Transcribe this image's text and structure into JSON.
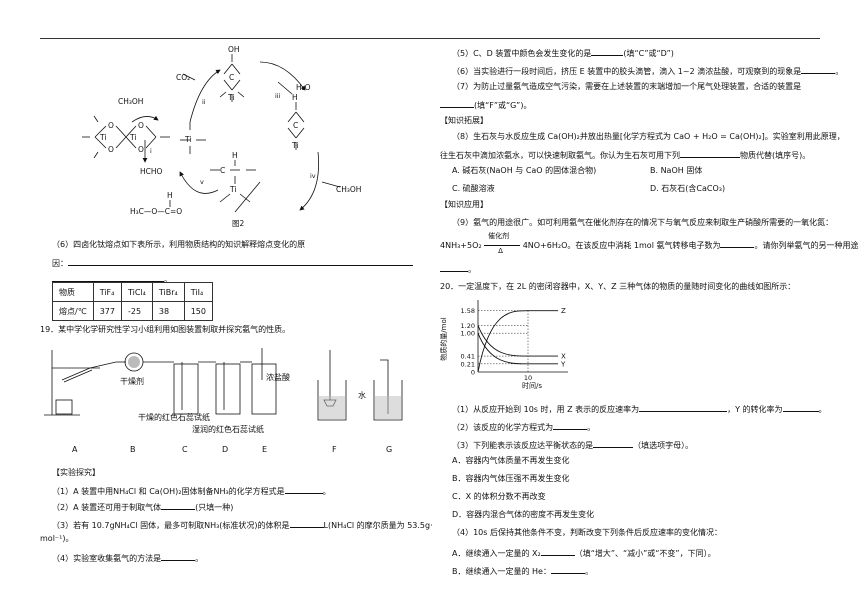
{
  "cycle": {
    "co2": "CO₂",
    "h2o": "H₂O",
    "ch3oh_left": "CH₃OH",
    "ch3oh_right": "CH₃OH",
    "hcho": "HCHO",
    "oh": "OH",
    "h": "H",
    "o": "O",
    "c": "C",
    "ti": "Ti",
    "steps": [
      "i",
      "ii",
      "iii",
      "iv",
      "v"
    ],
    "product": "H₃C—O—C=O",
    "caption": "图2"
  },
  "q18": {
    "p6_a": "（6）四卤化钛熔点如下表所示，利用物质结构的知识解释熔点变化的原",
    "p6_b": "因：",
    "table": {
      "header": [
        "物质",
        "TiF₄",
        "TiCl₄",
        "TiBr₄",
        "TiI₄"
      ],
      "row": [
        "熔点/℃",
        "377",
        "-25",
        "38",
        "150"
      ]
    }
  },
  "q19": {
    "stem": "19．某中学化学研究性学习小组利用如图装置制取并探究氨气的性质。",
    "labels": {
      "dry": "干燥剂",
      "hcl": "浓盐酸",
      "dry_paper": "干燥的红色石蕊试纸",
      "wet_paper": "湿润的红色石蕊试纸",
      "water": "水",
      "A": "A",
      "B": "B",
      "C": "C",
      "D": "D",
      "E": "E",
      "F": "F",
      "G": "G"
    },
    "section": "【实验探究】",
    "q1": "（1）A 装置中用NH₄Cl 和 Ca(OH)₂固体制备NH₃的化学方程式是",
    "q2": "（2）A 装置还可用于制取气体",
    "q2_tail": "(只填一种)",
    "q3": "（3）若有 10.7gNH₄Cl 固体，最多可制取NH₃(标准状况)的体积是",
    "q3_tail": "L(NH₄Cl 的摩尔质量为 53.5g·",
    "q3_b": "mol⁻¹)。",
    "q4": "（4）实验室收集氨气的方法是"
  },
  "right": {
    "q5": "（5）C、D 装置中颜色会发生变化的是",
    "q5_tail": "(填“C”或“D”)",
    "q6": "（6）当实验进行一段时间后，挤压 E 装置中的胶头滴管，滴入 1~2 滴浓盐酸，可观察到的现象是",
    "q7": "（7）为防止过量氨气造成空气污染，需要在上述装置的末端增加一个尾气处理装置，合适的装置是",
    "q7_tail": "(填“F”或“G”)。",
    "ext": "【知识拓展】",
    "q8_a": "（8）生石灰与水反应生成 Ca(OH)₂并放出热量[化学方程式为 CaO + H₂O = Ca(OH)₂]。实验室利用此原理，",
    "q8_b": "往生石灰中滴加浓氨水，可以快速制取氨气。你认为生石灰可用下列",
    "q8_b_tail": "物质代替(填序号)。",
    "optA": "A. 碱石灰(NaOH 与 CaO 的固体混合物)",
    "optB": "B. NaOH 固体",
    "optC": "C. 硫酸溶液",
    "optD": "D. 石灰石(含CaCO₃)",
    "app": "【知识应用】",
    "q9_a": "（9）氨气的用途很广。如可利用氨气在催化剂存在的情况下与氧气反应来制取生产硝酸所需要的一氧化氮：",
    "q9_eq_left": "4NH₃+5O₂",
    "q9_cat": "催化剂",
    "q9_delta": "Δ",
    "q9_eq_right": "4NO+6H₂O。在该反应中消耗 1mol 氨气转移电子数为",
    "q9_tail": "。请你列举氨气的另一种用途：",
    "q20_stem": "20．一定温度下，在 2L 的密闭容器中，X、Y、Z 三种气体的物质的量随时间变化的曲线如图所示：",
    "s1": "（1）从反应开始到 10s 时，用 Z 表示的反应速率为",
    "s1_mid": "，Y 的转化率为",
    "s2": "（2）该反应的化学方程式为",
    "s3": "（3）下列能表示该反应达平衡状态的是",
    "s3_tail": "（填选项字母）。",
    "s3A": "A．容器内气体质量不再发生变化",
    "s3B": "B．容器内气体压强不再发生变化",
    "s3C": "C．X 的体积分数不再改变",
    "s3D": "D．容器内混合气体的密度不再发生变化",
    "s4": "（4）10s 后保持其他条件不变，判断改变下列条件后反应速率的变化情况：",
    "s4A": "A．继续通入一定量的 X₂",
    "s4A_tail": "（填“增大”、“减小”或“不变”，下同）。",
    "s4B": "B．继续通入一定量的 He：",
    "punct_end": "。"
  },
  "chart_data": {
    "type": "line",
    "ylabel": "物质的量/mol",
    "xlabel": "时间/s",
    "yticks": [
      "1.58",
      "1.20",
      "1.00",
      "0.41",
      "0.21",
      "0"
    ],
    "xticks": [
      "10"
    ],
    "series": [
      {
        "name": "Z",
        "x": [
          0,
          10,
          16
        ],
        "y": [
          0,
          1.58,
          1.58
        ]
      },
      {
        "name": "X",
        "x": [
          0,
          10,
          16
        ],
        "y": [
          1.2,
          0.41,
          0.41
        ]
      },
      {
        "name": "Y",
        "x": [
          0,
          10,
          16
        ],
        "y": [
          1.0,
          0.21,
          0.21
        ]
      }
    ]
  }
}
